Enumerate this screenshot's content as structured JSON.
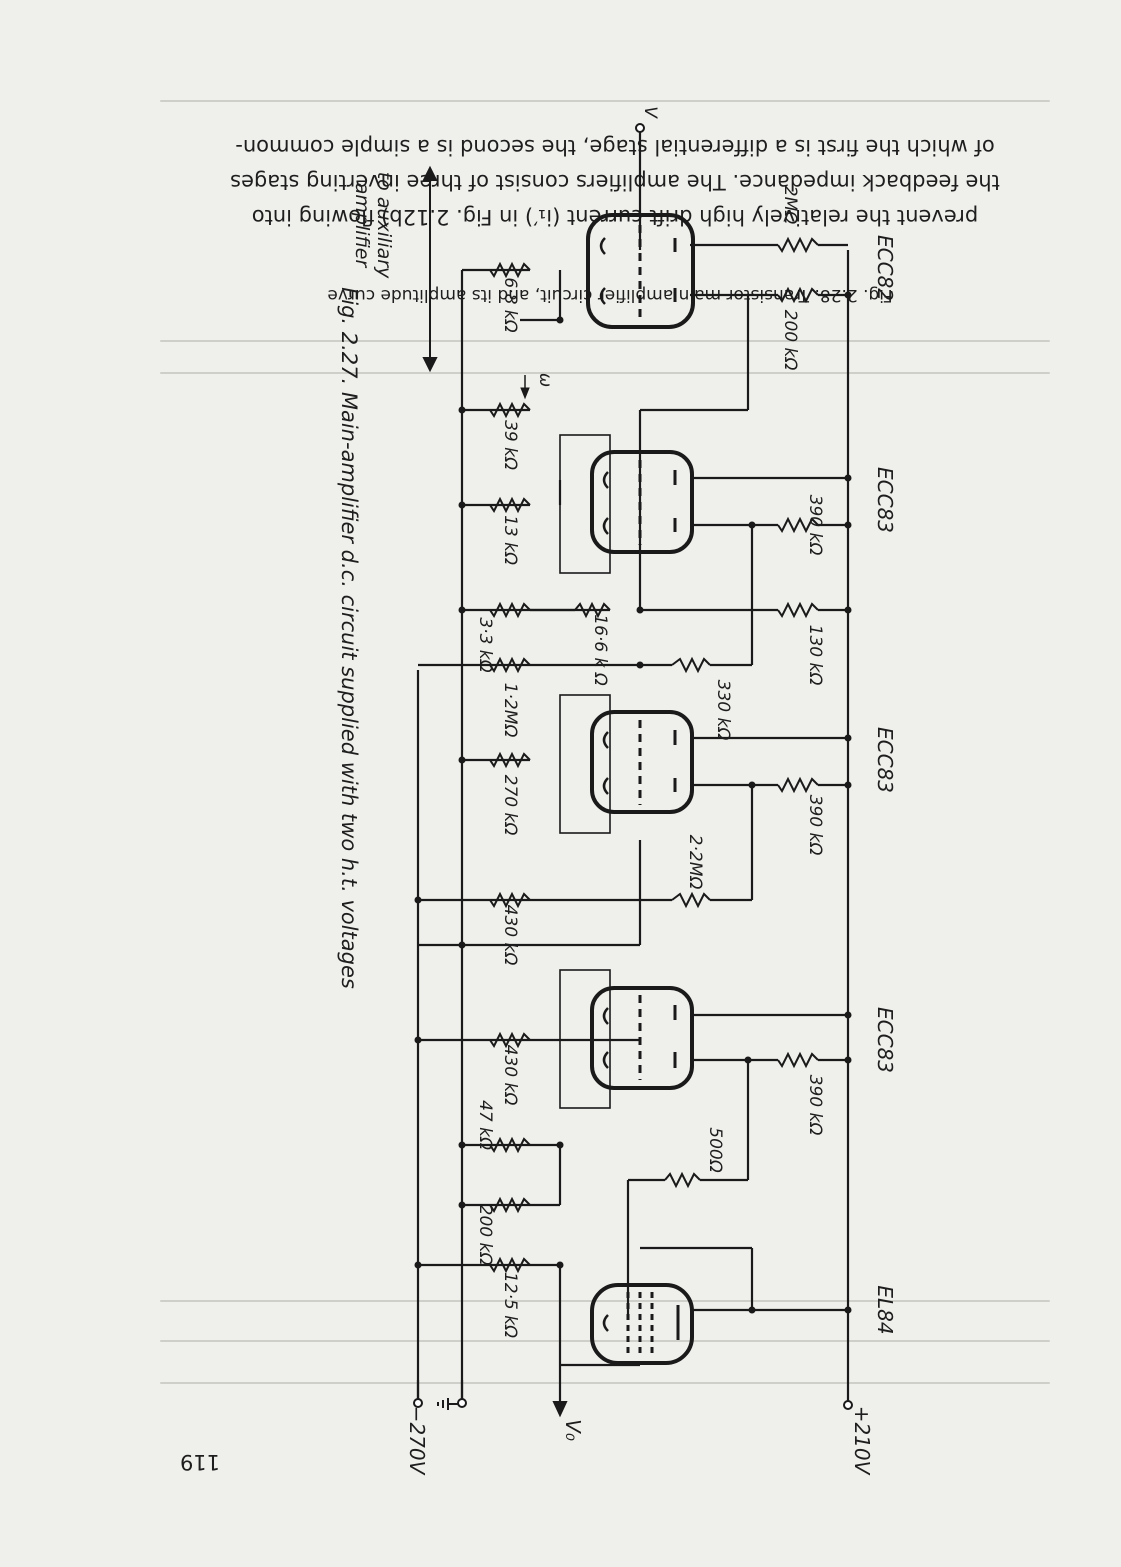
{
  "caption": "Fig. 2.27. Main-amplifier d.c. circuit supplied with two h.t. voltages",
  "supplies": {
    "positive": "+210V",
    "negative": "−270V",
    "output": "V₀",
    "input": "V"
  },
  "auxiliary_label_line1": "to auxiliary",
  "auxiliary_label_line2": "amplifier",
  "omega_arrow": "ω",
  "tubes": [
    {
      "type": "ECC82"
    },
    {
      "type": "ECC83"
    },
    {
      "type": "ECC83"
    },
    {
      "type": "ECC83"
    },
    {
      "type": "EL84"
    }
  ],
  "anode_resistors": [
    "2MΩ",
    "200 kΩ",
    "390 kΩ",
    "130 kΩ",
    "390 kΩ",
    "390 kΩ"
  ],
  "coupling_resistors": [
    "330 kΩ",
    "2·2MΩ",
    "500Ω"
  ],
  "lower_resistors": [
    "6·8 kΩ",
    "39 kΩ",
    "13 kΩ",
    "3·3 kΩ",
    "16·6 k Ω",
    "1·2MΩ",
    "270 kΩ",
    "430 kΩ",
    "430 kΩ",
    "47 kΩ",
    "200 kΩ",
    "12·5 kΩ"
  ],
  "bleed_through_text": [
    "prevent the relatively high drift current (i₁′) in Fig. 2.12b) flowing into",
    "the feedback impedance. The amplifiers consist of three inverting stages",
    "of which the first is a differential stage, the second is a simple common-",
    "Fig. 2.28. Transistor main amplifier circuit, and its amplitude curve"
  ],
  "page_number": "119"
}
